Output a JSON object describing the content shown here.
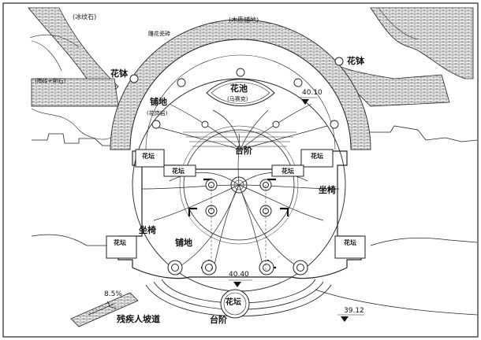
{
  "labels": {
    "rockery": "(冰纹石)",
    "carved_paving": "雕花瓷砖",
    "wood_paving": "(木质铺地)",
    "flower_bowl_left": "花钵",
    "flower_bowl_right": "花钵",
    "paving_left": "(陶砖+卵石)",
    "flower_bed_center": "花池",
    "flower_bed_center_sub": "(马赛克)",
    "elevation_top": "40.10",
    "paving_center": "铺地",
    "paving_center_sub": "(花岗岩)",
    "steps_top": "台阶",
    "flower_stand_tl": "花坛",
    "flower_stand_tl2": "花坛",
    "flower_stand_tr": "花坛",
    "flower_stand_tr2": "花坛",
    "bench_right": "坐椅",
    "bench_left": "坐椅",
    "paving_lower": "铺地",
    "flower_stand_ml": "花坛",
    "flower_stand_mr": "花坛",
    "elevation_center": "40.40",
    "flower_stand_bottom": "花坛",
    "slope": "8.5%",
    "ramp": "残疾人坡道",
    "steps_bottom": "台阶",
    "elevation_br": "39.12"
  },
  "colors": {
    "line": "#222222",
    "background": "#ffffff"
  }
}
